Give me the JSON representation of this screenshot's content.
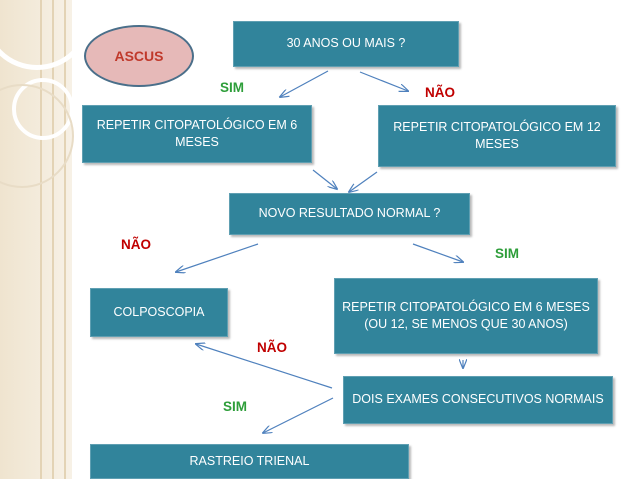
{
  "colors": {
    "box_fill": "#31849b",
    "box_text": "#ffffff",
    "oval_fill": "#e6b9b8",
    "oval_text": "#c0392b",
    "sim_label": "#2e9e3a",
    "nao_label": "#c00000",
    "arrow": "#4f81bd",
    "sidebar": "#efe4cf"
  },
  "diagram": {
    "start": "ASCUS",
    "q_age": "30 ANOS OU MAIS ?",
    "repeat_6": "REPETIR CITOPATOLÓGICO EM 6 MESES",
    "repeat_12": "REPETIR CITOPATOLÓGICO EM 12 MESES",
    "q_normal": "NOVO RESULTADO NORMAL ?",
    "colposcopy": "COLPOSCOPIA",
    "repeat_6_12": "REPETIR CITOPATOLÓGICO EM 6 MESES (OU 12, SE MENOS QUE 30 ANOS)",
    "two_normal": "DOIS EXAMES CONSECUTIVOS NORMAIS",
    "triennial": "RASTREIO TRIENAL",
    "labels": {
      "age_yes": "SIM",
      "age_no": "NÃO",
      "normal_no": "NÃO",
      "normal_yes": "SIM",
      "consec_no": "NÃO",
      "consec_yes": "SIM"
    }
  }
}
